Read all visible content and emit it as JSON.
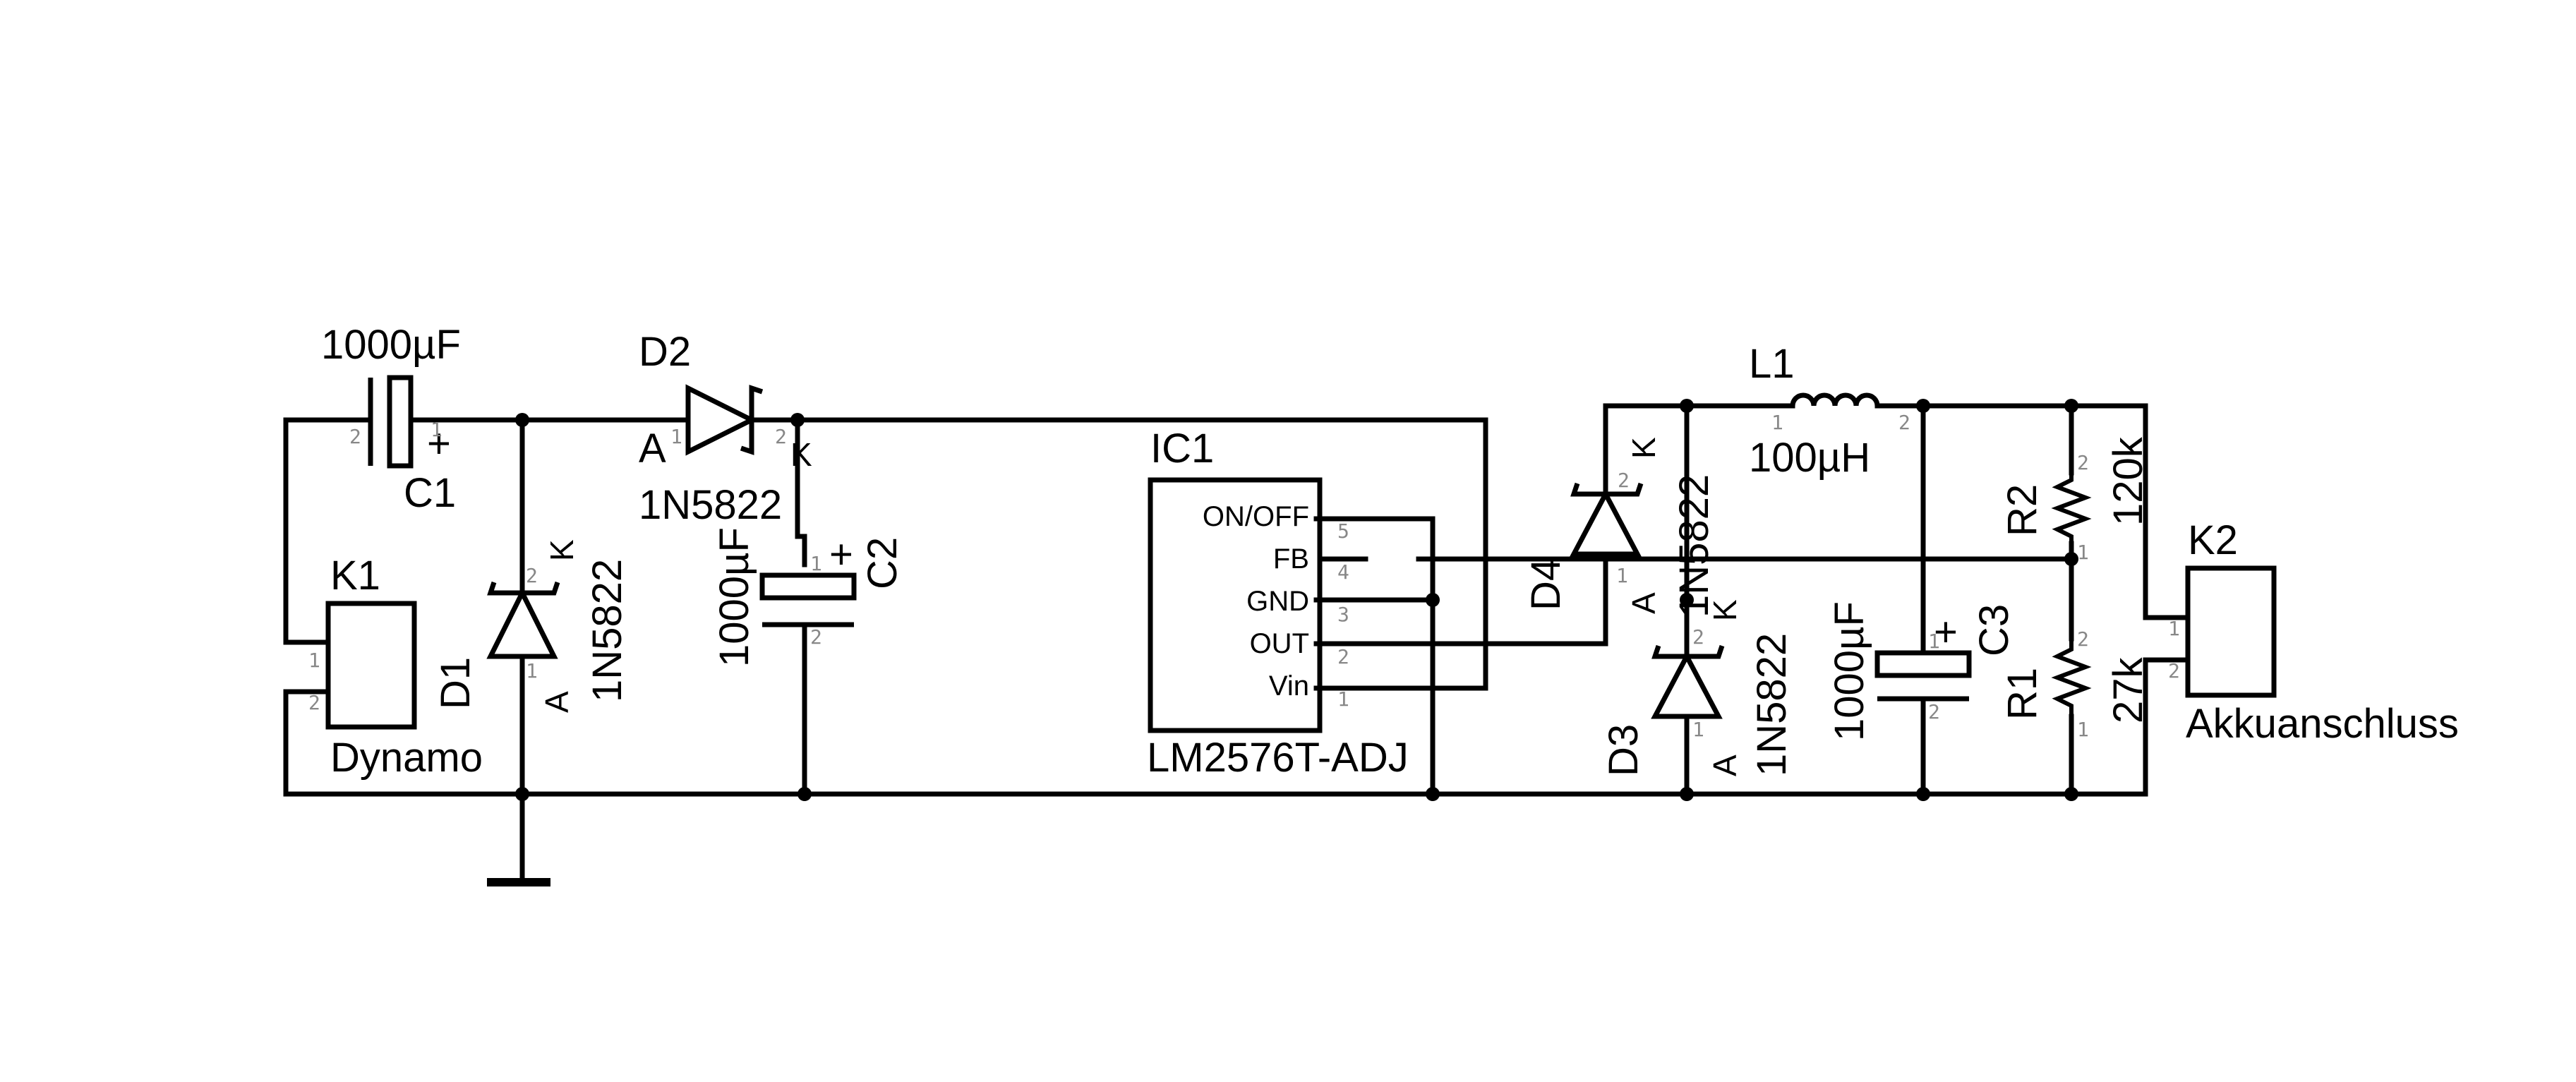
{
  "components": {
    "c1": {
      "ref": "C1",
      "value": "1000µF",
      "plus": "+",
      "pin1": "1",
      "pin2": "2"
    },
    "c2": {
      "ref": "C2",
      "value": "1000µF",
      "plus": "+",
      "pin1": "1",
      "pin2": "2"
    },
    "c3": {
      "ref": "C3",
      "value": "1000µF",
      "plus": "+",
      "pin1": "1",
      "pin2": "2"
    },
    "d1": {
      "ref": "D1",
      "value": "1N5822",
      "anode": "A",
      "cathode": "K",
      "pin1": "1",
      "pin2": "2"
    },
    "d2": {
      "ref": "D2",
      "value": "1N5822",
      "anode": "A",
      "cathode": "K",
      "pin1": "1",
      "pin2": "2"
    },
    "d3": {
      "ref": "D3",
      "value": "1N5822",
      "anode": "A",
      "cathode": "K",
      "pin1": "1",
      "pin2": "2"
    },
    "d4": {
      "ref": "D4",
      "value": "1N5822",
      "anode": "A",
      "cathode": "K",
      "pin1": "1",
      "pin2": "2"
    },
    "k1": {
      "ref": "K1",
      "value": "Dynamo",
      "pin1": "1",
      "pin2": "2"
    },
    "k2": {
      "ref": "K2",
      "value": "Akkuanschluss",
      "pin1": "1",
      "pin2": "2"
    },
    "l1": {
      "ref": "L1",
      "value": "100µH",
      "pin1": "1",
      "pin2": "2"
    },
    "r1": {
      "ref": "R1",
      "value": "27k",
      "pin1": "1",
      "pin2": "2"
    },
    "r2": {
      "ref": "R2",
      "value": "120k",
      "pin1": "1",
      "pin2": "2"
    },
    "ic1": {
      "ref": "IC1",
      "value": "LM2576T-ADJ",
      "pins": [
        {
          "name": "ON/OFF",
          "num": "5"
        },
        {
          "name": "FB",
          "num": "4"
        },
        {
          "name": "GND",
          "num": "3"
        },
        {
          "name": "OUT",
          "num": "2"
        },
        {
          "name": "Vin",
          "num": "1"
        }
      ]
    }
  }
}
